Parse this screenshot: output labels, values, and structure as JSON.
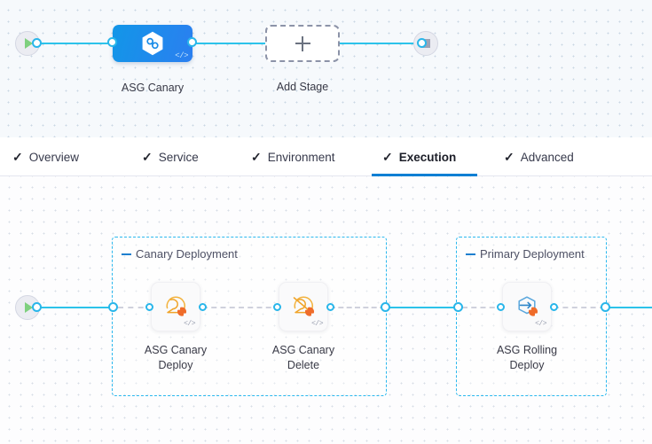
{
  "stage_canvas": {
    "start_node": {
      "icon": "play-icon",
      "name": "pipeline-start"
    },
    "end_node": {
      "icon": "stop-icon",
      "name": "pipeline-end"
    },
    "stage": {
      "label": "ASG Canary",
      "icon": "asg-hexagon-icon",
      "code_badge": "</>",
      "color": "#1296e8"
    },
    "add_stage": {
      "label": "Add Stage",
      "icon": "plus-icon"
    }
  },
  "tabs": [
    {
      "label": "Overview",
      "check": "✓",
      "active": false
    },
    {
      "label": "Service",
      "check": "✓",
      "active": false
    },
    {
      "label": "Environment",
      "check": "✓",
      "active": false
    },
    {
      "label": "Execution",
      "check": "✓",
      "active": true
    },
    {
      "label": "Advanced",
      "check": "✓",
      "active": false
    }
  ],
  "execution": {
    "start_node": {
      "icon": "play-icon"
    },
    "groups": [
      {
        "title": "Canary Deployment",
        "collapse_icon": "minus-icon",
        "steps": [
          {
            "label_line1": "ASG Canary",
            "label_line2": "Deploy",
            "icon": "asg-canary-deploy-icon",
            "code_badge": "</>"
          },
          {
            "label_line1": "ASG Canary",
            "label_line2": "Delete",
            "icon": "asg-canary-delete-icon",
            "code_badge": "</>"
          }
        ]
      },
      {
        "title": "Primary Deployment",
        "collapse_icon": "minus-icon",
        "steps": [
          {
            "label_line1": "ASG Rolling",
            "label_line2": "Deploy",
            "icon": "asg-rolling-deploy-icon",
            "code_badge": "</>"
          }
        ]
      }
    ]
  },
  "colors": {
    "edge": "#2cc3ea",
    "group_border": "#2bb8ee",
    "tab_active": "#0b7fd4",
    "stage_blue": "#1296e8",
    "icon_orange": "#f5a623",
    "icon_red_orange": "#ef6c2a"
  }
}
